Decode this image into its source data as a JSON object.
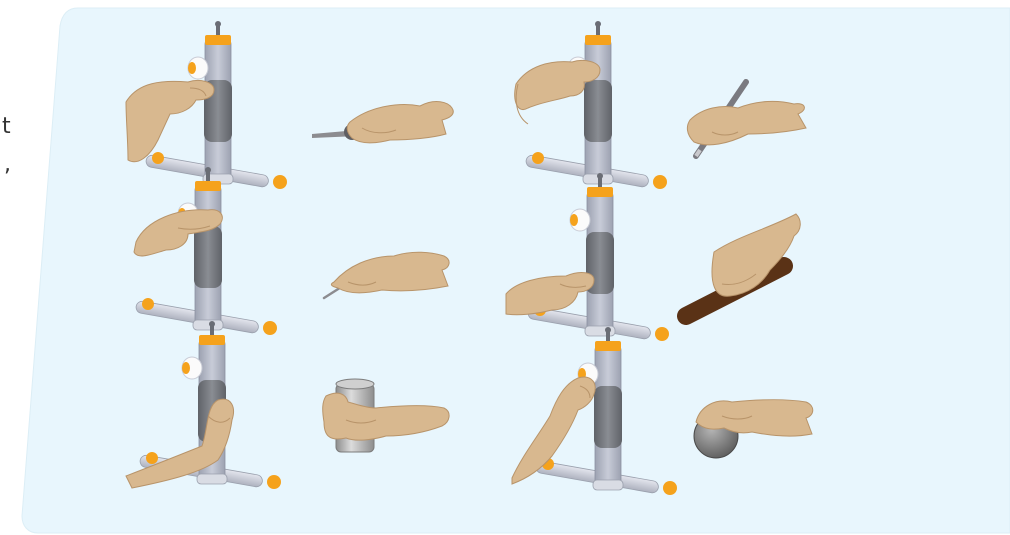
{
  "edge_fragments": [
    "t",
    ","
  ],
  "panel": {
    "background": "#e8f6fd",
    "border": "#dceef6"
  },
  "palette": {
    "skin": "#d8b88f",
    "skin_shadow": "#c09b6f",
    "skin_dark": "#6e4a2c",
    "device_gray": "#b8bcc8",
    "device_grip": "#75787e",
    "device_orange": "#f5a21c",
    "knob_white": "#f8f8f8",
    "rod": "#c9ccd6",
    "stone": "#8a8a8a",
    "can": "#b9b9b9",
    "wood": "#5a3216"
  },
  "grid": [
    {
      "row": 1,
      "items": [
        "device-pinch-knob-hand-icon",
        "key-pinch-hand-icon",
        "device-top-pinch-hand-icon",
        "pen-grip-hand-icon"
      ]
    },
    {
      "row": 2,
      "items": [
        "device-top-grasp-hand-icon",
        "fine-pinch-hand-icon",
        "device-lateral-grasp-hand-icon",
        "power-grasp-stick-hand-icon"
      ]
    },
    {
      "row": 3,
      "items": [
        "device-cylinder-grasp-hand-icon",
        "can-grasp-hand-icon",
        "device-knob-pinch-hand-icon",
        "ball-grasp-hand-icon"
      ]
    }
  ]
}
